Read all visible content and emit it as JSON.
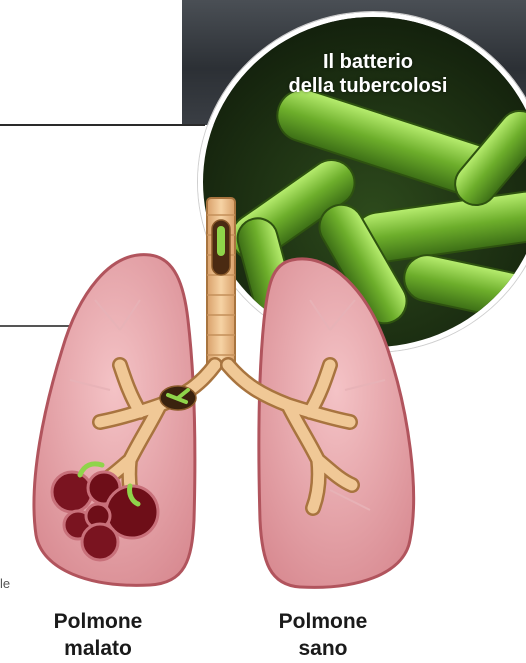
{
  "bacterium_title": {
    "line1": "Il batterio",
    "line2": "della tubercolosi"
  },
  "labels": {
    "diseased_line1": "Polmone",
    "diseased_line2": "malato",
    "healthy_line1": "Polmone",
    "healthy_line2": "sano"
  },
  "cropped_text": "le",
  "colors": {
    "lung_fill": "#e8a6aa",
    "lung_outline": "#b1545d",
    "trachea": "#ebbe88",
    "lesion": "#6e0e18",
    "bacteria": "#7cc436",
    "background_dark": "#2f3338"
  }
}
